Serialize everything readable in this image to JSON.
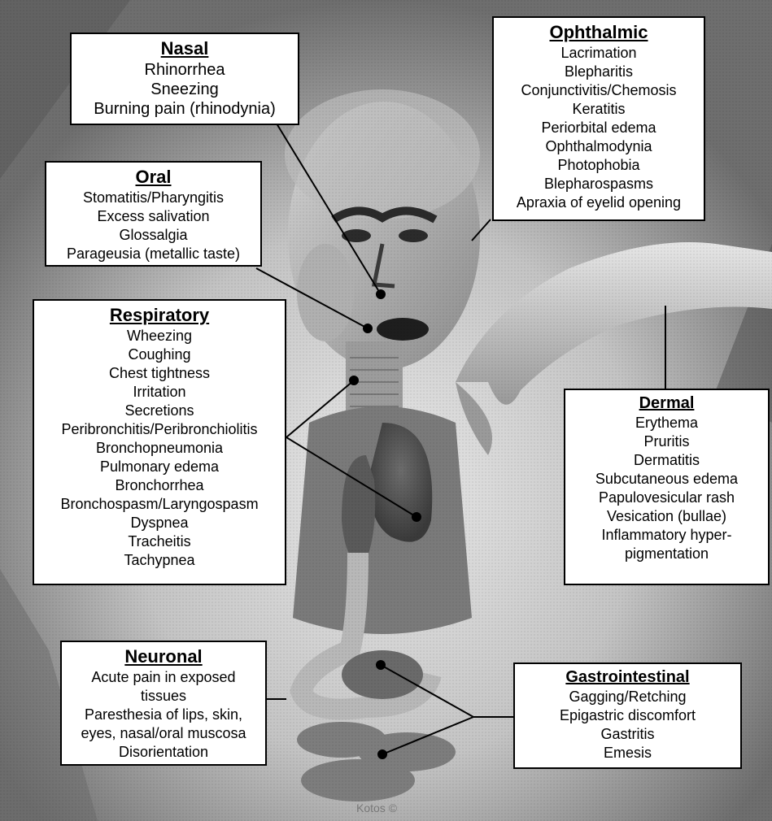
{
  "watermark": "Kotos ©",
  "boxes": {
    "nasal": {
      "title": "Nasal",
      "items": [
        "Rhinorrhea",
        "Sneezing",
        "Burning pain (rhinodynia)"
      ]
    },
    "ophthalmic": {
      "title": "Ophthalmic",
      "items": [
        "Lacrimation",
        "Blepharitis",
        "Conjunctivitis/Chemosis",
        "Keratitis",
        "Periorbital edema",
        "Ophthalmodynia",
        "Photophobia",
        "Blepharospasms",
        "Apraxia of eyelid opening"
      ]
    },
    "oral": {
      "title": "Oral",
      "items": [
        "Stomatitis/Pharyngitis",
        "Excess salivation",
        "Glossalgia",
        "Parageusia (metallic taste)"
      ]
    },
    "respiratory": {
      "title": "Respiratory",
      "items": [
        "Wheezing",
        "Coughing",
        "Chest tightness",
        "Irritation",
        "Secretions",
        "Peribronchitis/Peribronchiolitis",
        "Bronchopneumonia",
        "Pulmonary edema",
        "Bronchorrhea",
        "Bronchospasm/Laryngospasm",
        "Dyspnea",
        "Tracheitis",
        "Tachypnea"
      ]
    },
    "dermal": {
      "title": "Dermal",
      "items": [
        "Erythema",
        "Pruritis",
        "Dermatitis",
        "Subcutaneous edema",
        "Papulovesicular rash",
        "Vesication (bullae)",
        "Inflammatory hyper-",
        "pigmentation"
      ]
    },
    "neuronal": {
      "title": "Neuronal",
      "items": [
        "Acute pain in exposed",
        "tissues",
        "Paresthesia of lips, skin,",
        "eyes, nasal/oral muscosa",
        "Disorientation"
      ]
    },
    "gastrointestinal": {
      "title": "Gastrointestinal",
      "items": [
        "Gagging/Retching",
        "Epigastric discomfort",
        "Gastritis",
        "Emesis"
      ]
    }
  }
}
